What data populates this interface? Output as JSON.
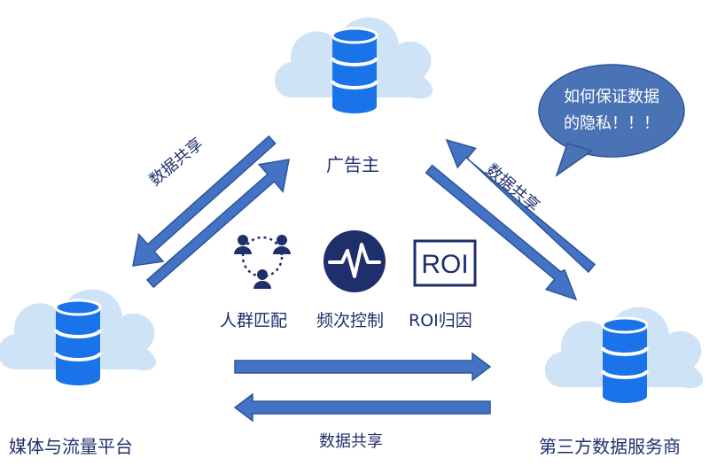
{
  "nodes": {
    "advertiser": "广告主",
    "media_platform": "媒体与流量平台",
    "third_party": "第三方数据服务商"
  },
  "arrow_label": "数据共享",
  "features": {
    "audience_matching": "人群匹配",
    "frequency_control": "频次控制",
    "roi_attribution": "ROI归因",
    "roi_icon_text": "ROI"
  },
  "callout": {
    "line1": "如何保证数据",
    "line2": "的隐私！！！"
  },
  "colors": {
    "cloud": "#cfe3f7",
    "database": "#1a73e8",
    "arrow_fill": "#4472c4",
    "arrow_stroke": "#2f5597",
    "icon_navy": "#1f2f6b",
    "callout": "#4a73b5"
  },
  "icons": [
    "cloud-database-icon",
    "people-network-icon",
    "pulse-icon",
    "roi-icon"
  ]
}
